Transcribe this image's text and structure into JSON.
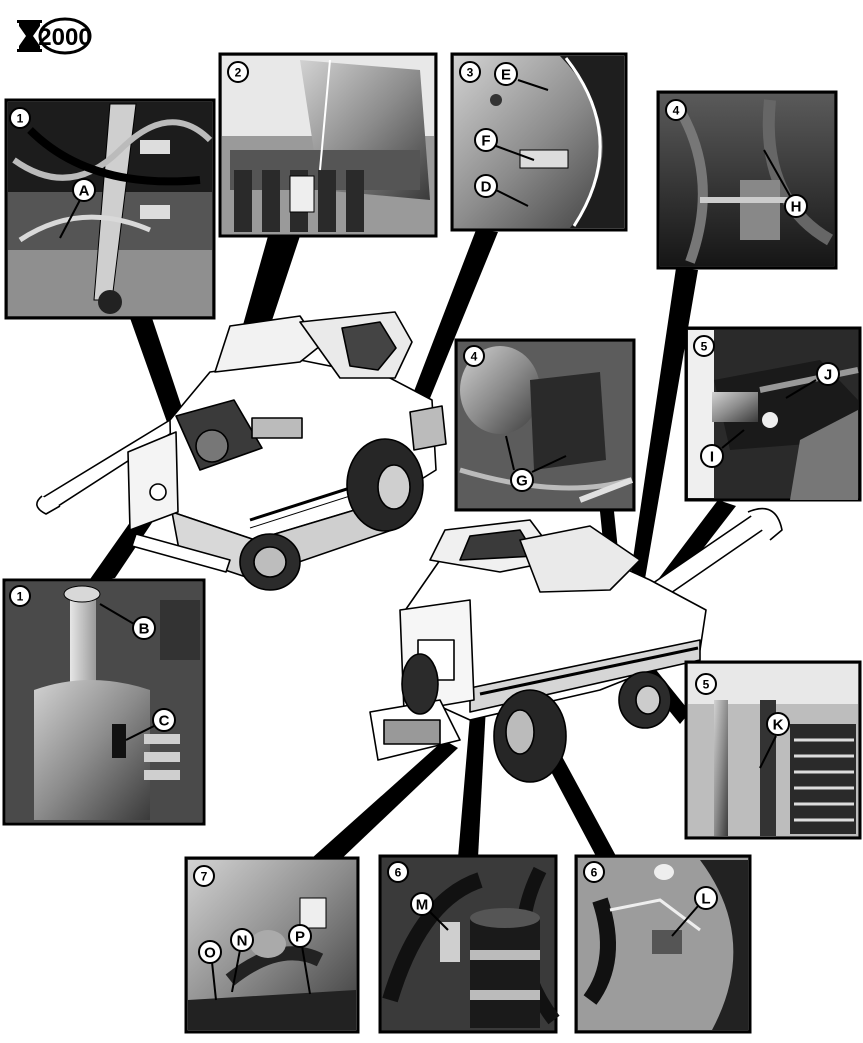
{
  "logo": {
    "text": "2000",
    "icon": "hourglass-icon"
  },
  "panels": [
    {
      "number": "1",
      "callouts": [
        "A"
      ]
    },
    {
      "number": "2",
      "callouts": []
    },
    {
      "number": "3",
      "callouts": [
        "E",
        "F",
        "D"
      ]
    },
    {
      "number": "4",
      "callouts": [
        "H"
      ]
    },
    {
      "number": "4",
      "callouts": [
        "G"
      ]
    },
    {
      "number": "5",
      "callouts": [
        "J",
        "I"
      ]
    },
    {
      "number": "1",
      "callouts": [
        "B",
        "C"
      ]
    },
    {
      "number": "5",
      "callouts": [
        "K"
      ]
    },
    {
      "number": "7",
      "callouts": [
        "O",
        "N",
        "P"
      ]
    },
    {
      "number": "6",
      "callouts": [
        "M"
      ]
    },
    {
      "number": "6",
      "callouts": [
        "L"
      ]
    }
  ],
  "colors": {
    "ink": "#000000",
    "paper": "#ffffff",
    "photo_dark": "#2e2e2e",
    "photo_mid": "#8a8a8a",
    "photo_light": "#c9c9c9"
  }
}
